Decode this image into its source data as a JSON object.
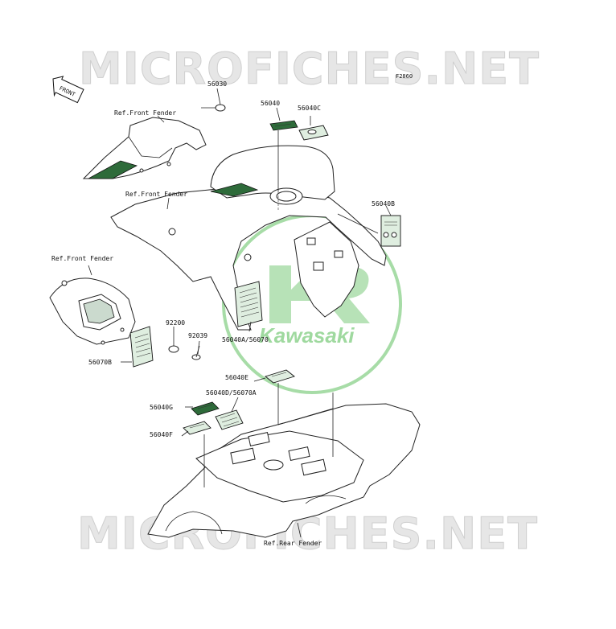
{
  "watermark": {
    "top_text": "MICROFICHES.NET",
    "bottom_text": "MICROFICHES.NET",
    "logo_text": "Kawasaki"
  },
  "figure_code": "F2860",
  "front_arrow_label": "FRONT",
  "references": {
    "front_fender_top": "Ref.Front Fender",
    "front_fender_mid": "Ref.Front Fender",
    "front_fender_left": "Ref.Front Fender",
    "rear_fender": "Ref.Rear Fender"
  },
  "parts": {
    "p56030": "56030",
    "p56040": "56040",
    "p56040C": "56040C",
    "p56040B": "56040B",
    "p92200": "92200",
    "p92039": "92039",
    "p56070B": "56070B",
    "p56040A_56070": "56040A/56070",
    "p56040E": "56040E",
    "p56040D_56070A": "56040D/56070A",
    "p56040G": "56040G",
    "p56040F": "56040F"
  },
  "colors": {
    "decal_dark": "#2e6b3a",
    "watermark_green": "#5fbf5f",
    "watermark_gray": "#e6e6e6"
  }
}
